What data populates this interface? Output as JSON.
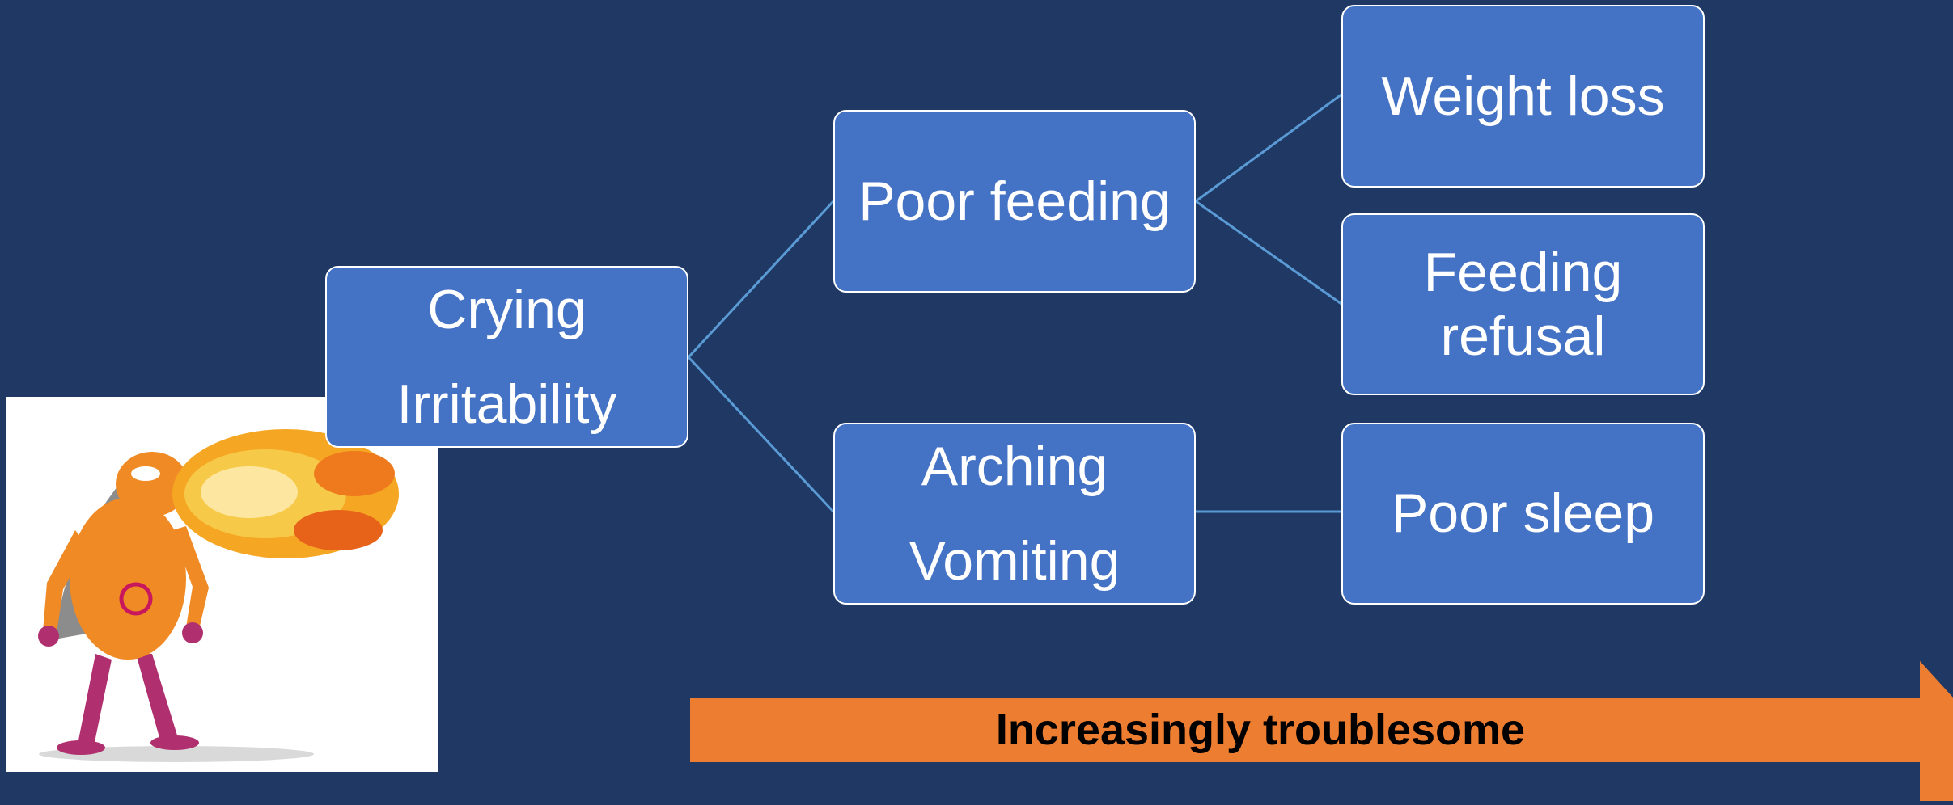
{
  "diagram": {
    "nodes": [
      {
        "id": "crying-irritability",
        "lines": [
          "Crying",
          "Irritability"
        ]
      },
      {
        "id": "poor-feeding",
        "lines": [
          "Poor feeding"
        ]
      },
      {
        "id": "arching-vomiting",
        "lines": [
          "Arching",
          "Vomiting"
        ]
      },
      {
        "id": "weight-loss",
        "lines": [
          "Weight loss"
        ]
      },
      {
        "id": "feeding-refusal",
        "lines": [
          "Feeding",
          "refusal"
        ]
      },
      {
        "id": "poor-sleep",
        "lines": [
          "Poor sleep"
        ]
      }
    ],
    "edges": [
      [
        "crying-irritability",
        "poor-feeding"
      ],
      [
        "crying-irritability",
        "arching-vomiting"
      ],
      [
        "poor-feeding",
        "weight-loss"
      ],
      [
        "poor-feeding",
        "feeding-refusal"
      ],
      [
        "arching-vomiting",
        "poor-sleep"
      ]
    ]
  },
  "arrow": {
    "label": "Increasingly troublesome",
    "color": "#ed7d31"
  },
  "illustration": {
    "icon": "fire-breathing-superhero-cartoon"
  },
  "colors": {
    "background": "#1f3864",
    "node_fill": "#4472c4",
    "connector": "#5b9bd5"
  }
}
